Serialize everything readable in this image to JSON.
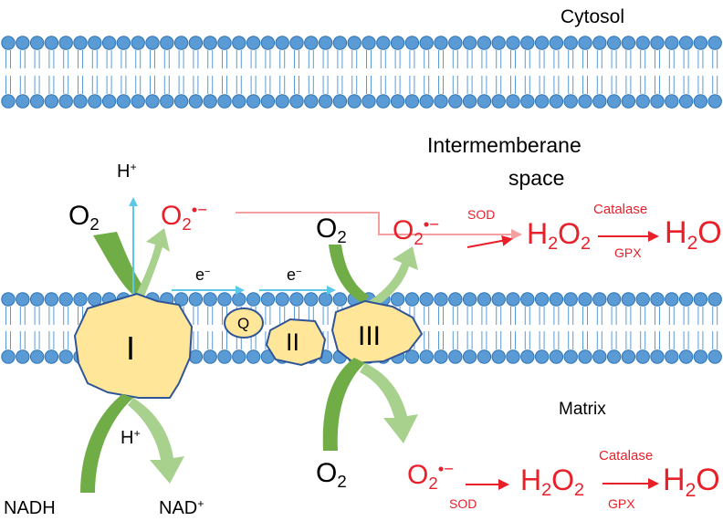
{
  "labels": {
    "cytosol": "Cytosol",
    "intermembrane_line1": "Intermemberane",
    "intermembrane_line2": "space",
    "matrix": "Matrix",
    "nadh": "NADH",
    "nad": "NAD",
    "nad_sup": "+",
    "h_plus_top": "H",
    "h_plus_top_sup": "+",
    "h_plus_bottom": "H",
    "h_plus_bottom_sup": "+",
    "e1": "e",
    "e1_sup": "−",
    "e2": "e",
    "e2_sup": "−",
    "complex_I": "I",
    "complex_II": "II",
    "complex_III": "III",
    "q": "Q",
    "o2_left_main": "O",
    "o2_left_sub": "2",
    "o2_mid_main": "O",
    "o2_mid_sub": "2",
    "o2_bottom_main": "O",
    "o2_bottom_sub": "2",
    "superoxide_1_main": "O",
    "superoxide_1_sub": "2",
    "superoxide_1_sup": "•−",
    "superoxide_2_main": "O",
    "superoxide_2_sub": "2",
    "superoxide_2_sup": "•−",
    "superoxide_3_main": "O",
    "superoxide_3_sub": "2",
    "superoxide_3_sup": "•−",
    "sod_top": "SOD",
    "sod_bottom": "SOD",
    "h2o2_top_a": "H",
    "h2o2_top_b": "2",
    "h2o2_top_c": "O",
    "h2o2_top_d": "2",
    "h2o2_bottom_a": "H",
    "h2o2_bottom_b": "2",
    "h2o2_bottom_c": "O",
    "h2o2_bottom_d": "2",
    "catalase_top": "Catalase",
    "catalase_bottom": "Catalase",
    "gpx_top": "GPX",
    "gpx_bottom": "GPX",
    "h2o_top_a": "H",
    "h2o_top_b": "2",
    "h2o_top_c": "O",
    "h2o_bottom_a": "H",
    "h2o_bottom_b": "2",
    "h2o_bottom_c": "O"
  },
  "colors": {
    "lipid_head": "#5b9bd5",
    "lipid_head_stroke": "#2e75b6",
    "protein_fill": "#ffe699",
    "protein_stroke": "#2f5597",
    "electron_arrow": "#5bc8e8",
    "ros_text": "#e8202a",
    "green_dark": "#70ad47",
    "green_light": "#a9d18e",
    "pink_line": "#f4a0a0"
  }
}
